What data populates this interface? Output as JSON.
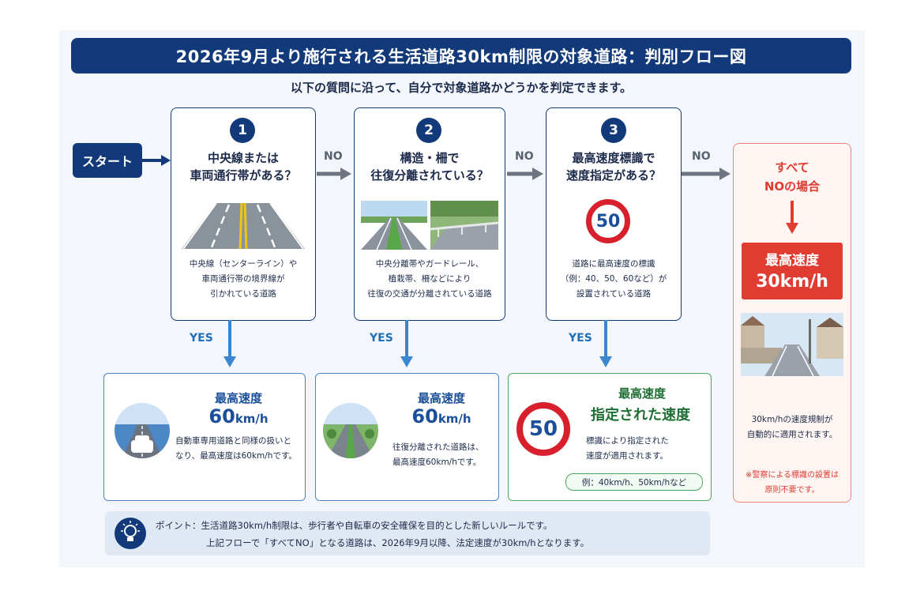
{
  "title": "2026年9月より施行される生活道路30km制限の対象道路：判別フロー図",
  "subtitle": "以下の質問に沿って、自分で対象道路かどうかを判定できます。",
  "start_label": "スタート",
  "flow_no_label": "NO",
  "flow_yes_label": "YES",
  "questions": [
    {
      "number": "1",
      "line1": "中央線または",
      "line2": "車両通行帯がある？",
      "desc": [
        "中央線（センターライン）や",
        "車両通行帯の境界線が",
        "引かれている道路"
      ]
    },
    {
      "number": "2",
      "line1": "構造・柵で",
      "line2": "往復分離されている？",
      "desc": [
        "中央分離帯やガードレール、",
        "植栽帯、柵などにより",
        "往復の交通が分離されている道路"
      ]
    },
    {
      "number": "3",
      "line1": "最高速度標識で",
      "line2": "速度指定がある？",
      "sign_value": "50",
      "desc": [
        "道路に最高速度の標識",
        "（例：40、50、60など）が",
        "設置されている道路"
      ]
    }
  ],
  "results": [
    {
      "title": "最高速度",
      "speed_value": "60",
      "speed_unit": "km/h",
      "desc": [
        "自動車専用道路と同様の扱いと",
        "なり、最高速度は60km/hです。"
      ]
    },
    {
      "title": "最高速度",
      "speed_value": "60",
      "speed_unit": "km/h",
      "desc": [
        "往復分離された道路は、",
        "最高速度60km/hです。"
      ]
    },
    {
      "title": "最高速度",
      "speed_text": "指定された速度",
      "sign_value": "50",
      "desc": [
        "標識により指定された",
        "速度が適用されます。"
      ],
      "example": "例：40km/h、50km/hなど"
    }
  ],
  "all_no": {
    "heading_line1": "すべて",
    "heading_line2": "NOの場合",
    "speed_title": "最高速度",
    "speed": "30km/h",
    "desc": [
      "30km/hの速度規制が",
      "自動的に適用されます。"
    ],
    "note": [
      "※警察による標識の設置は",
      "原則不要です。"
    ]
  },
  "tip": {
    "line1": "ポイント：生活道路30km/h制限は、歩行者や自転車の安全確保を目的とした新しいルールです。",
    "line2": "上記フローで「すべてNO」となる道路は、2026年9月以降、法定速度が30km/hとなります。"
  },
  "icons": [
    "arrow-right-icon",
    "arrow-down-icon",
    "speed-limit-sign-icon",
    "lightbulb-icon"
  ],
  "colors": {
    "navy": "#123a7a",
    "blue_accent": "#1f6fb8",
    "green_accent": "#4caa5f",
    "red_accent": "#e03c31",
    "sign_red": "#d8202c",
    "road_yellow": "#f1c40f"
  }
}
